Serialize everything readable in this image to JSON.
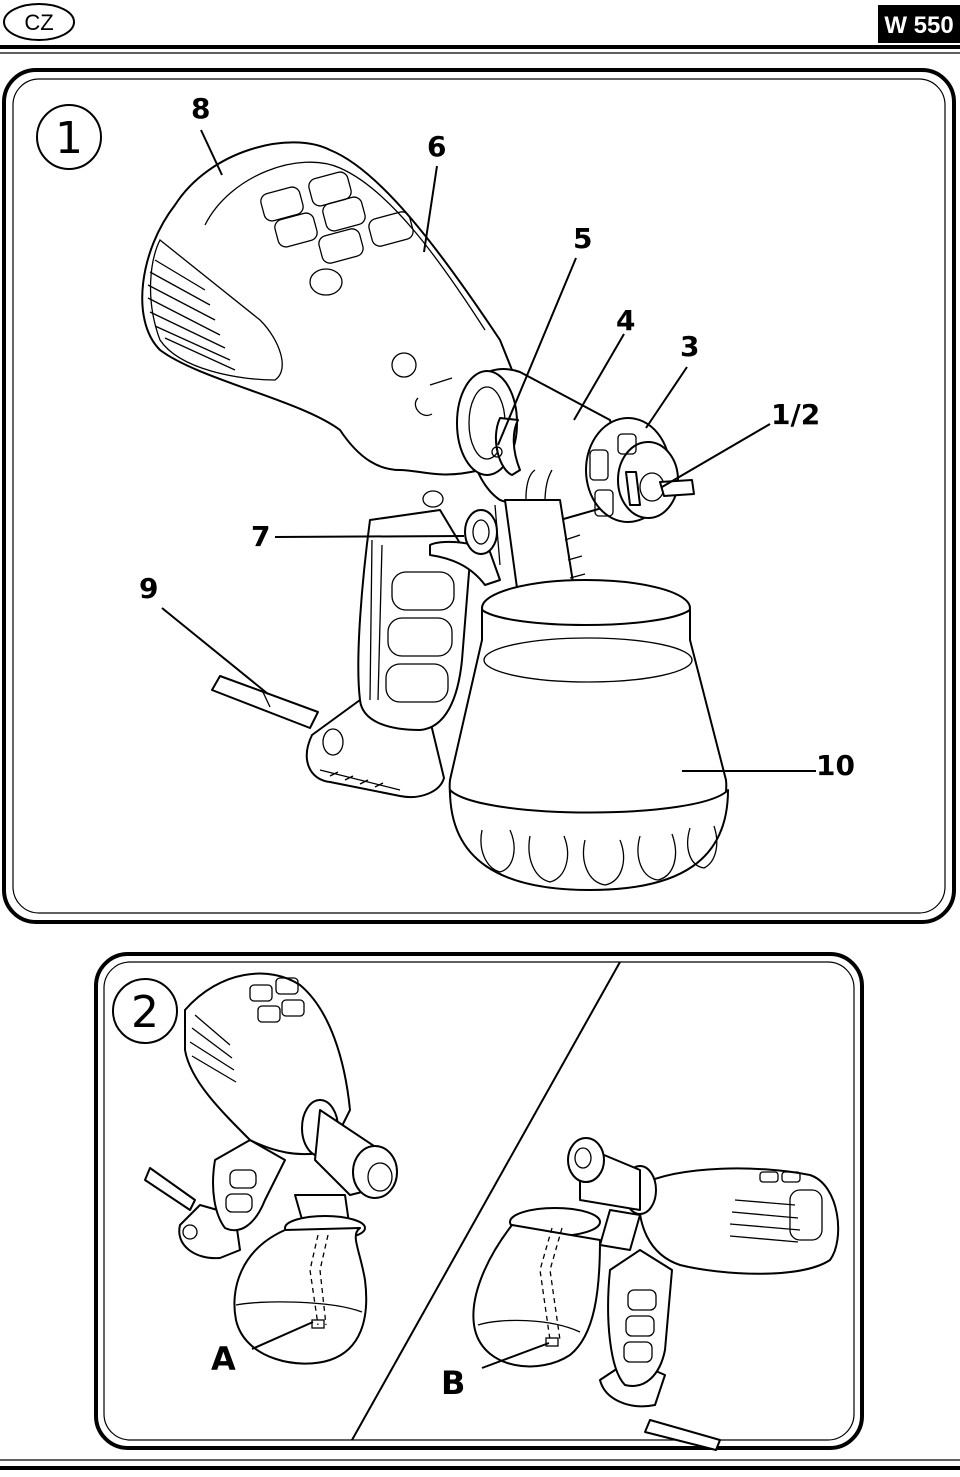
{
  "header": {
    "language_badge": "CZ",
    "model": "W 550"
  },
  "figure1": {
    "number": "1",
    "callouts": [
      "8",
      "6",
      "5",
      "4",
      "3",
      "1/2",
      "7",
      "9",
      "10"
    ]
  },
  "figure2": {
    "number": "2",
    "callouts": [
      "A",
      "B"
    ]
  }
}
